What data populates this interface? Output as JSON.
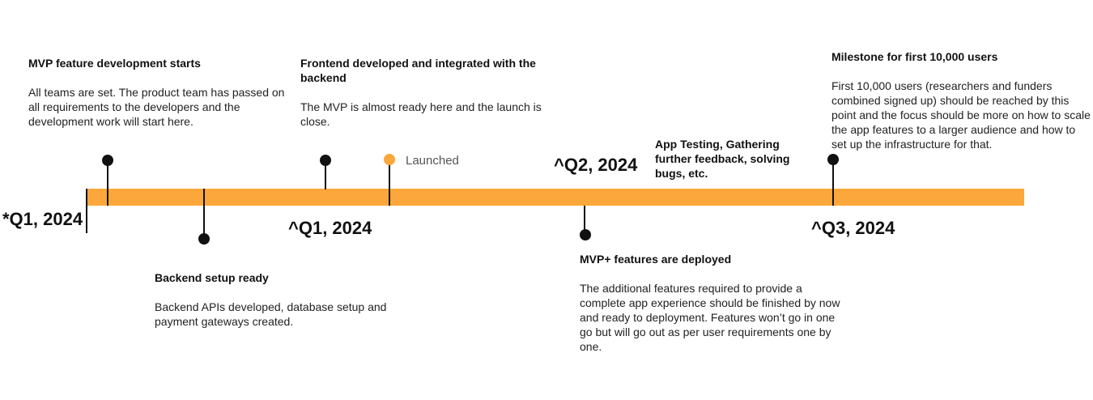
{
  "colors": {
    "accent": "#fba73b",
    "marker": "#111111",
    "text": "#1a1a1a"
  },
  "quarters": {
    "start": "*Q1, 2024",
    "q1": "^Q1, 2024",
    "q2": "^Q2, 2024",
    "q3": "^Q3, 2024"
  },
  "launched": "Launched",
  "events": {
    "mvp_start": {
      "title": "MVP feature development starts",
      "body": "All teams are set. The product team has passed on all requirements to the developers and the development work will start here."
    },
    "backend": {
      "title": "Backend setup ready",
      "body": "Backend APIs developed, database setup and payment gateways created."
    },
    "frontend": {
      "title": "Frontend developed and integrated with the backend",
      "body": "The MVP is almost ready here and the launch is close."
    },
    "mvp_plus": {
      "title": "MVP+ features are deployed",
      "body": "The additional features required to provide a complete app experience should be finished by now and ready to deployment. Features won’t go in one go but will go out as per user requirements one by one."
    },
    "testing": {
      "title": "App Testing, Gathering further feedback, solving bugs, etc."
    },
    "milestone": {
      "title": "Milestone for first 10,000 users",
      "body": "First 10,000 users (researchers and funders combined signed up) should be reached by this point and the focus should be more on how to scale the app features to a larger audience and how to set up the infrastructure for that."
    }
  }
}
